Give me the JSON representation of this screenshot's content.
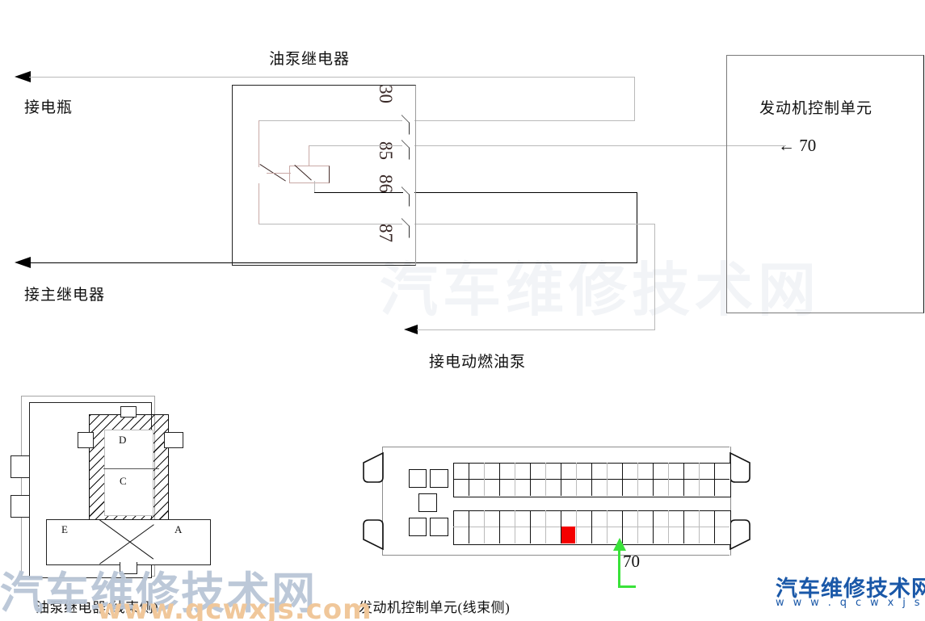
{
  "diagram": {
    "title": "油泵继电器",
    "ecu": {
      "label": "发动机控制单元",
      "pin_callout": "← 70"
    },
    "relay": {
      "terminals": [
        "30",
        "85",
        "86",
        "87"
      ]
    },
    "wire_labels": [
      {
        "id": "to-battery",
        "text": "接电瓶"
      },
      {
        "id": "to-main-relay",
        "text": "接主继电器"
      },
      {
        "id": "to-fuel-pump",
        "text": "接电动燃油泵"
      }
    ]
  },
  "connectors": {
    "relay_connector": {
      "caption": "油泵继电器(线束侧)",
      "pins": [
        "D",
        "C",
        "E",
        "A"
      ]
    },
    "ecu_connector": {
      "caption": "发动机控制单元(线束侧)",
      "highlight_pin": "70",
      "highlight_color": "#f40000",
      "pointer_color": "#3ae23a",
      "top_row_columns": 18,
      "bottom_row_columns": 18,
      "highlight_column_index": 7
    }
  },
  "watermarks": {
    "left_cn": "汽车维修技术网",
    "left_url": "www.qcwxjs.com",
    "center": "汽车维修技术网",
    "logo_cn": "汽车维修技术网",
    "logo_url": "w w w . q c w x j s . c o m"
  }
}
